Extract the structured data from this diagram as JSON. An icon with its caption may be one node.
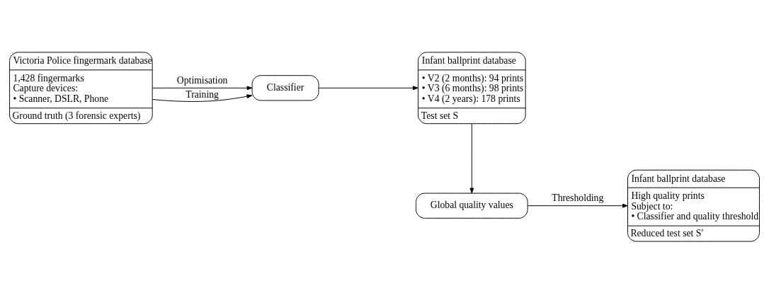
{
  "diagram": {
    "nodes": [
      {
        "text": [
          "Victoria Police fingermark database",
          "1,428 fingermarks",
          "Capture devices:",
          "• Scanner, DSLR, Phone",
          "Ground truth (3 forensic experts)"
        ]
      },
      {
        "text": [
          "Classifier"
        ]
      },
      {
        "text": [
          "Infant ballprint database",
          "• V2 (2 months): 94 prints",
          "• V3 (6 months): 98 prints",
          "• V4 (2 years): 178 prints",
          "Test set S"
        ]
      },
      {
        "text": [
          "Infant ballprint database",
          "High quality prints",
          "Subject to:",
          "• Classifier and quality threshold",
          "Reduced test set S′"
        ]
      },
      {
        "text": [
          "Global quality values"
        ]
      }
    ],
    "edges": [
      {
        "from": 0,
        "to": 1,
        "arrow": "to",
        "label": "Training"
      },
      {
        "from": 0,
        "to": 1,
        "arrow": "to",
        "label": "Optimisation"
      },
      {
        "from": 1,
        "to": 2,
        "arrow": "to"
      },
      {
        "from": 2,
        "to": 4,
        "arrow": "to"
      },
      {
        "from": 4,
        "to": 3,
        "arrow": "to",
        "label": "Thresholding"
      }
    ]
  }
}
